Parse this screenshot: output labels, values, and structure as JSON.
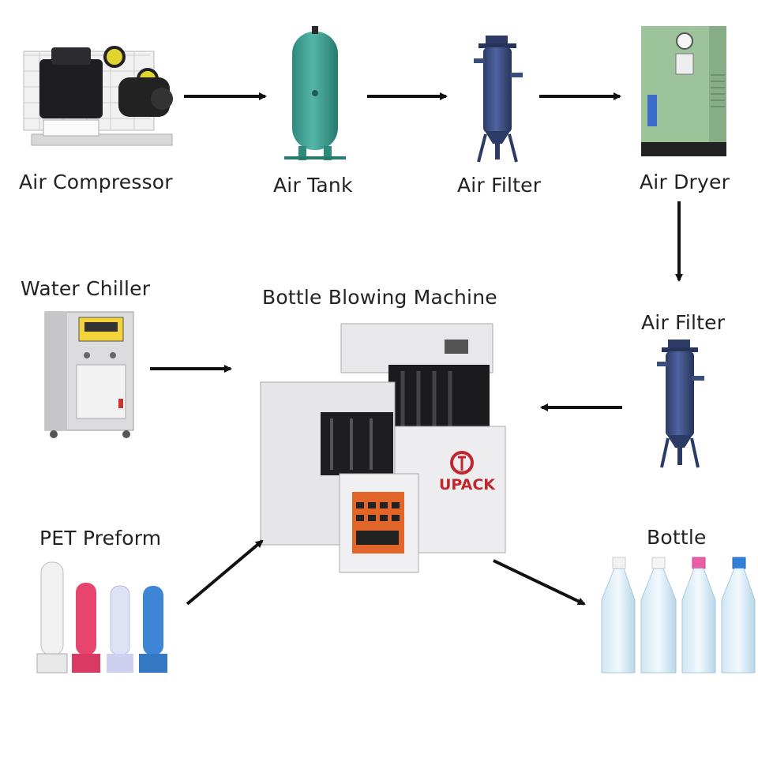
{
  "diagram": {
    "labels": {
      "air_compressor": "Air Compressor",
      "air_tank": "Air Tank",
      "air_filter_1": "Air Filter",
      "air_dryer": "Air Dryer",
      "water_chiller": "Water Chiller",
      "bottle_blowing_machine": "Bottle Blowing Machine",
      "air_filter_2": "Air Filter",
      "pet_preform": "PET Preform",
      "bottle": "Bottle"
    },
    "brand_logo": "UPACK",
    "colors": {
      "tank": "#3a9e90",
      "filter": "#3a4e7e",
      "dryer": "#9cc39a",
      "machine": "#e8e8ea",
      "panel": "#e2652a",
      "preform_red": "#e8456e",
      "preform_blue": "#3d86d6",
      "arrow": "#111111"
    }
  }
}
